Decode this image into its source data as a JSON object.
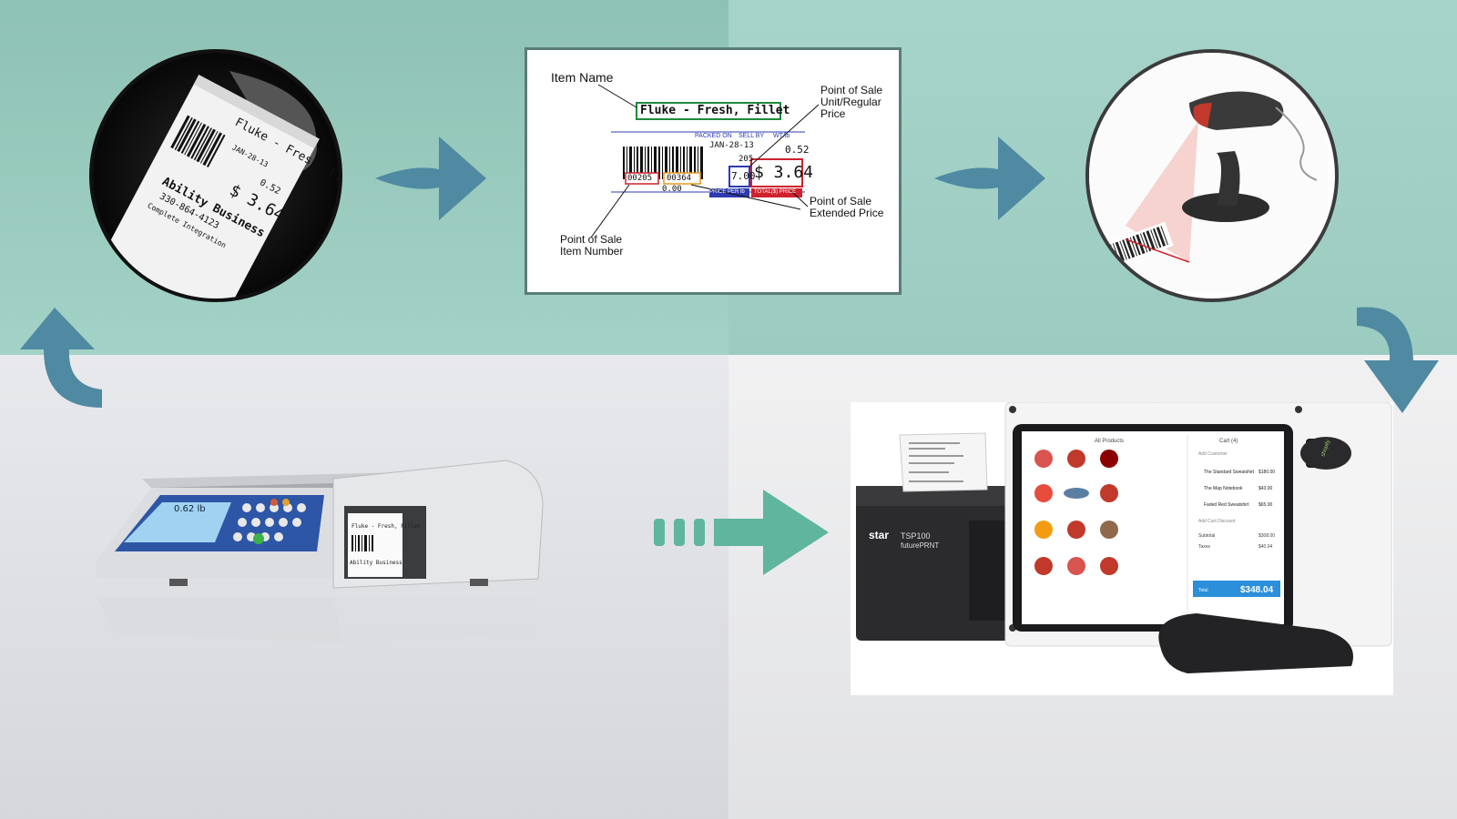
{
  "label": {
    "item_name_title": "Item Name",
    "item_name_value": "Fluke - Fresh, Fillet",
    "packed_on": "PACKED ON",
    "sell_by": "SELL BY",
    "wt_lb": "WT/lb",
    "date": "JAN-28-13",
    "weight": "0.52",
    "unit_price": "7.00",
    "total": "$ 3.64",
    "code_205": "205",
    "item_number": "00205",
    "price_code": "00364",
    "tare": "0.00",
    "price_per_lb": "PRICE PER lb",
    "total_price": "TOTAL($) PRICE",
    "ann_unit_price": "Point of Sale\nUnit/Regular\nPrice",
    "ann_extended_price": "Point of Sale\nExtended Price",
    "ann_item_number": "Point of Sale\nItem Number"
  },
  "receipt": {
    "line1": "Fluke - Fresh, Fillet",
    "date": "JAN-28-13",
    "weight": "0.52",
    "price": "$ 3.64",
    "store": "Ability Business",
    "phone": "330-864-4123",
    "tagline": "Complete Integration"
  },
  "scale": {
    "display": "0.62 lb",
    "printed_title": "Fluke - Fresh, Fillet",
    "printed_store": "Ability Business"
  },
  "pos": {
    "printer_brand": "star",
    "printer_model": "TSP100",
    "printer_sub": "futurePRNT",
    "all_products": "All Products",
    "cart": "Cart (4)",
    "add_customer": "Add Customer",
    "cart_items": [
      {
        "name": "The Standard Sweatshirt",
        "price": "$180.00"
      },
      {
        "name": "The Map Notebook",
        "price": "$43.00"
      },
      {
        "name": "Faded Red Sweatshirt",
        "price": "$65.00"
      }
    ],
    "add_discount": "Add Cart Discount",
    "subtotal_label": "Subtotal",
    "subtotal": "$308.00",
    "taxes_label": "Taxes",
    "taxes": "$40.04",
    "total_label": "Total",
    "total": "$348.04",
    "reader": "shopify"
  },
  "colors": {
    "teal_top": "#9ccbc0",
    "arrow_blue": "#4f8aa2",
    "arrow_green": "#5fb59e",
    "label_green_box": "#1f8a3a",
    "label_red_box": "#d0212d",
    "label_blue_box": "#2d3bb0",
    "label_orange_box": "#e39a1b",
    "pos_total_blue": "#2b8fd9"
  }
}
